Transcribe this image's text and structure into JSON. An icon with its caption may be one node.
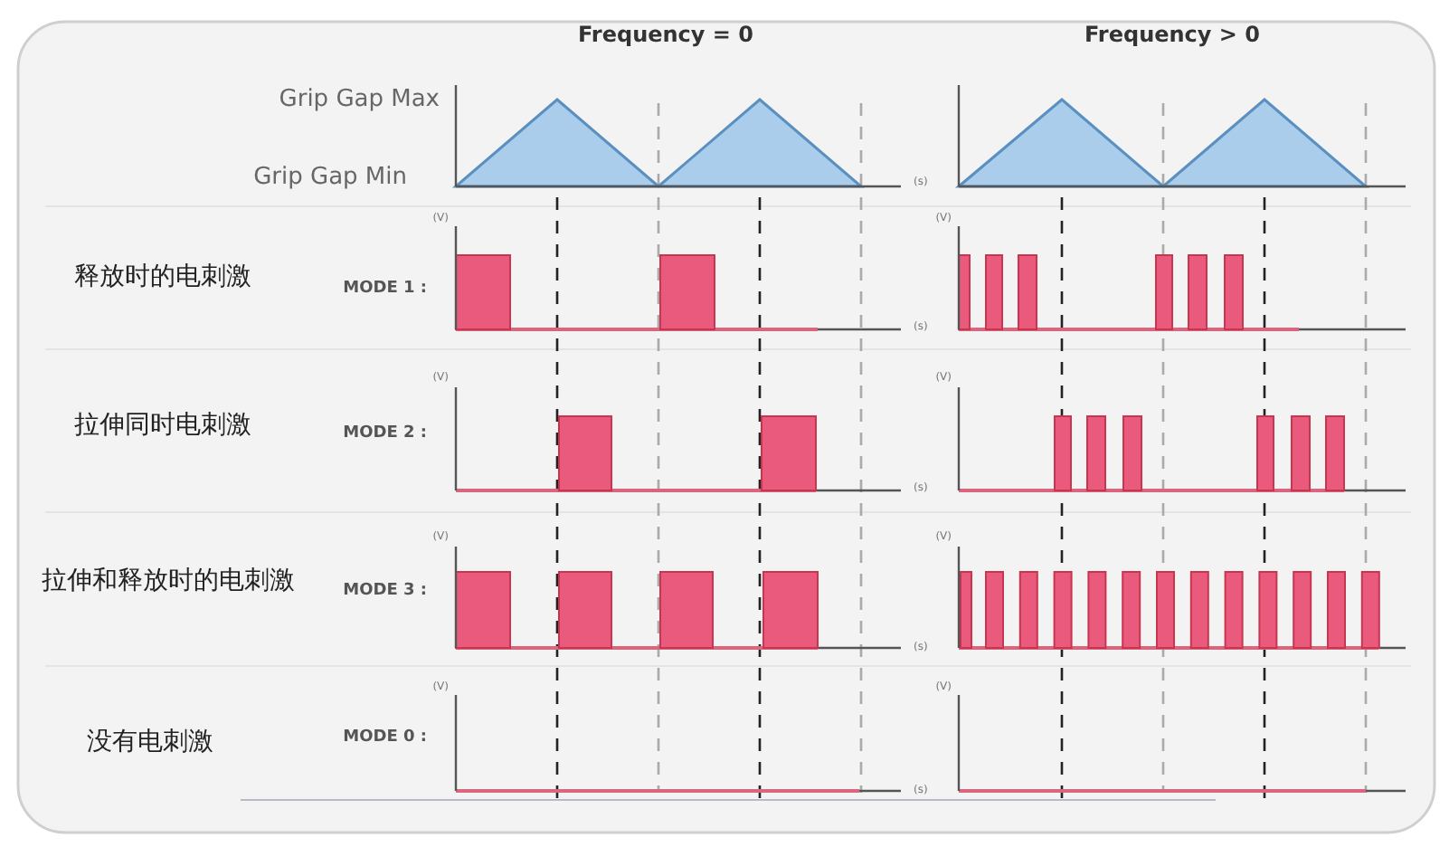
{
  "diagram": {
    "labels": [
      "Frequency = 0",
      "Frequency > 0",
      "Grip Gap Max",
      "Grip Gap Min",
      "(s)",
      "(V)",
      "(V)",
      "释放时的电刺激",
      "MODE 1 :",
      "(s)",
      "(V)",
      "(V)",
      "拉伸同时电刺激",
      "MODE 2 :",
      "(s)",
      "(V)",
      "(V)",
      "拉伸和释放时的电刺激",
      "MODE 3 :",
      "(s)",
      "(V)",
      "(V)",
      "没有电刺激",
      "MODE 0 :",
      "(s)"
    ]
  }
}
